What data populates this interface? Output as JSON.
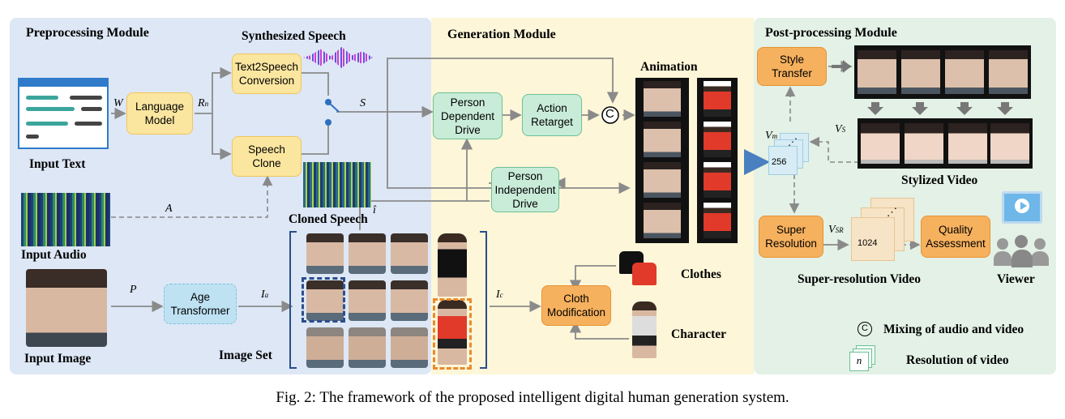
{
  "modules": {
    "preprocessing": "Preprocessing Module",
    "generation": "Generation Module",
    "postprocessing": "Post-processing Module"
  },
  "boxes": {
    "language_model": "Language\nModel",
    "text2speech": "Text2Speech\nConversion",
    "speech_clone": "Speech\nClone",
    "age_transformer": "Age\nTransformer",
    "person_dependent": "Person\nDependent\nDrive",
    "action_retarget": "Action\nRetarget",
    "person_independent": "Person\nIndependent\nDrive",
    "cloth_modification": "Cloth\nModification",
    "style_transfer": "Style\nTransfer",
    "super_resolution": "Super\nResolution",
    "quality_assessment": "Quality\nAssessment"
  },
  "labels": {
    "synthesized_speech": "Synthesized Speech",
    "input_text": "Input Text",
    "input_audio": "Input  Audio",
    "input_image": "Input  Image",
    "cloned_speech": "Cloned Speech",
    "image_set": "Image Set",
    "animation": "Animation",
    "clothes": "Clothes",
    "character": "Character",
    "stylized_video": "Stylized Video",
    "super_resolution_video": "Super-resolution Video",
    "viewer": "Viewer"
  },
  "variables": {
    "w": "W",
    "rn": "R",
    "rn_sub": "n",
    "s": "S",
    "a": "A",
    "p": "P",
    "ia": "I",
    "ia_sub": "a",
    "ic": "I",
    "ic_sub": "c",
    "ihat": "î",
    "vm": "V",
    "vm_sub": "m",
    "vs": "V",
    "vs_sub": "S",
    "vsr": "V",
    "vsr_sub": "SR"
  },
  "resolutions": {
    "r256": "256",
    "r1024": "1024",
    "dots": "⋰"
  },
  "legend": {
    "mix_symbol": "C",
    "mix_label": "Mixing of audio and video",
    "res_symbol": "n",
    "res_label": "Resolution of video"
  },
  "caption": "Fig. 2: The framework of the proposed intelligent digital human generation system.",
  "colors": {
    "preprocessing_bg": "#dde7f5",
    "generation_bg": "#fdf6d8",
    "postprocessing_bg": "#e3f1e6",
    "arrow": "#8a8a8a"
  }
}
